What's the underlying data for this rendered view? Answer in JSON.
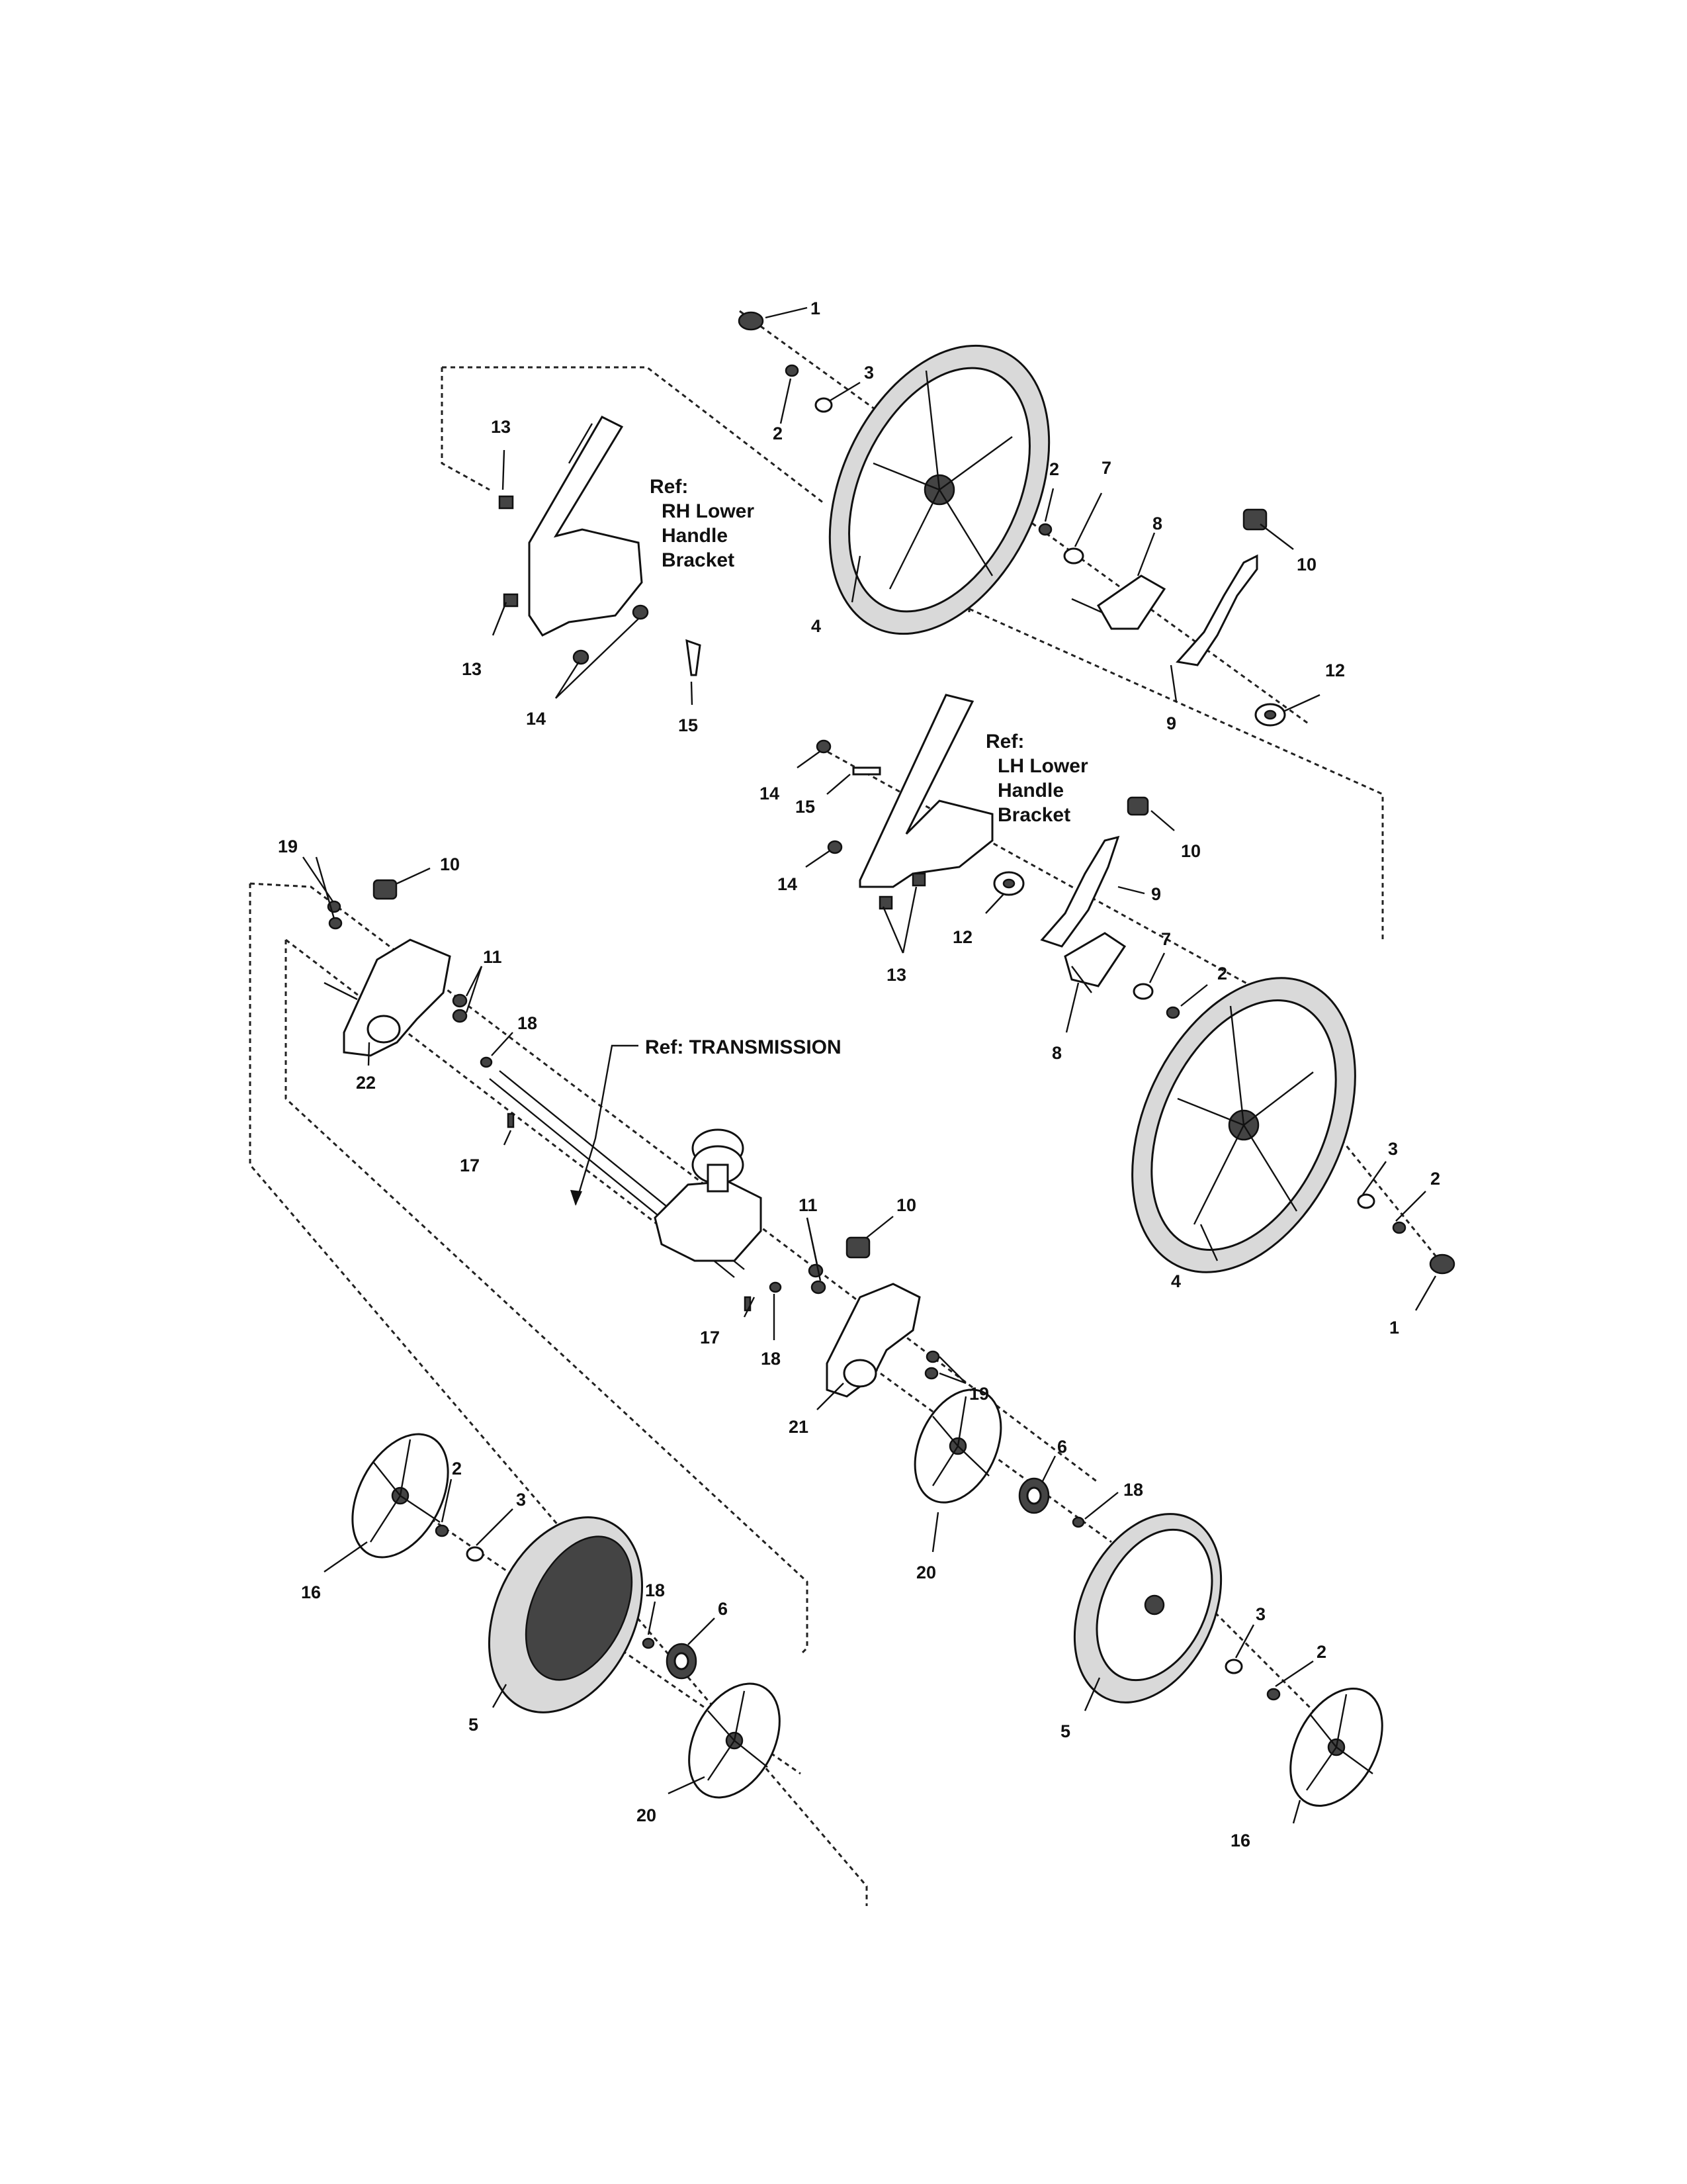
{
  "references": {
    "rh_bracket": [
      "Ref:",
      "RH Lower",
      "Handle",
      "Bracket"
    ],
    "lh_bracket": [
      "Ref:",
      "LH Lower",
      "Handle",
      "Bracket"
    ],
    "transmission": "Ref: TRANSMISSION"
  },
  "callouts": {
    "c1a": "1",
    "c2a": "2",
    "c3a": "3",
    "c2b": "2",
    "c7a": "7",
    "c8a": "8",
    "c10a": "10",
    "c12a": "12",
    "c9a": "9",
    "c4a": "4",
    "c13a": "13",
    "c13b": "13",
    "c14a": "14",
    "c15a": "15",
    "c14b": "14",
    "c15b": "15",
    "c14c": "14",
    "c10b": "10",
    "c9b": "9",
    "c12b": "12",
    "c13c": "13",
    "c7b": "7",
    "c2c": "2",
    "c8b": "8",
    "c19a": "19",
    "c10c": "10",
    "c11a": "11",
    "c22": "22",
    "c18a": "18",
    "c17a": "17",
    "c4b": "4",
    "c3b": "3",
    "c2d": "2",
    "c1b": "1",
    "c11b": "11",
    "c10d": "10",
    "c17b": "17",
    "c18b": "18",
    "c19b": "19",
    "c21": "21",
    "c6a": "6",
    "c18c": "18",
    "c20a": "20",
    "c2e": "2",
    "c3c": "3",
    "c16a": "16",
    "c18d": "18",
    "c6b": "6",
    "c5a": "5",
    "c20b": "20",
    "c3d": "3",
    "c2f": "2",
    "c5b": "5",
    "c16b": "16"
  }
}
